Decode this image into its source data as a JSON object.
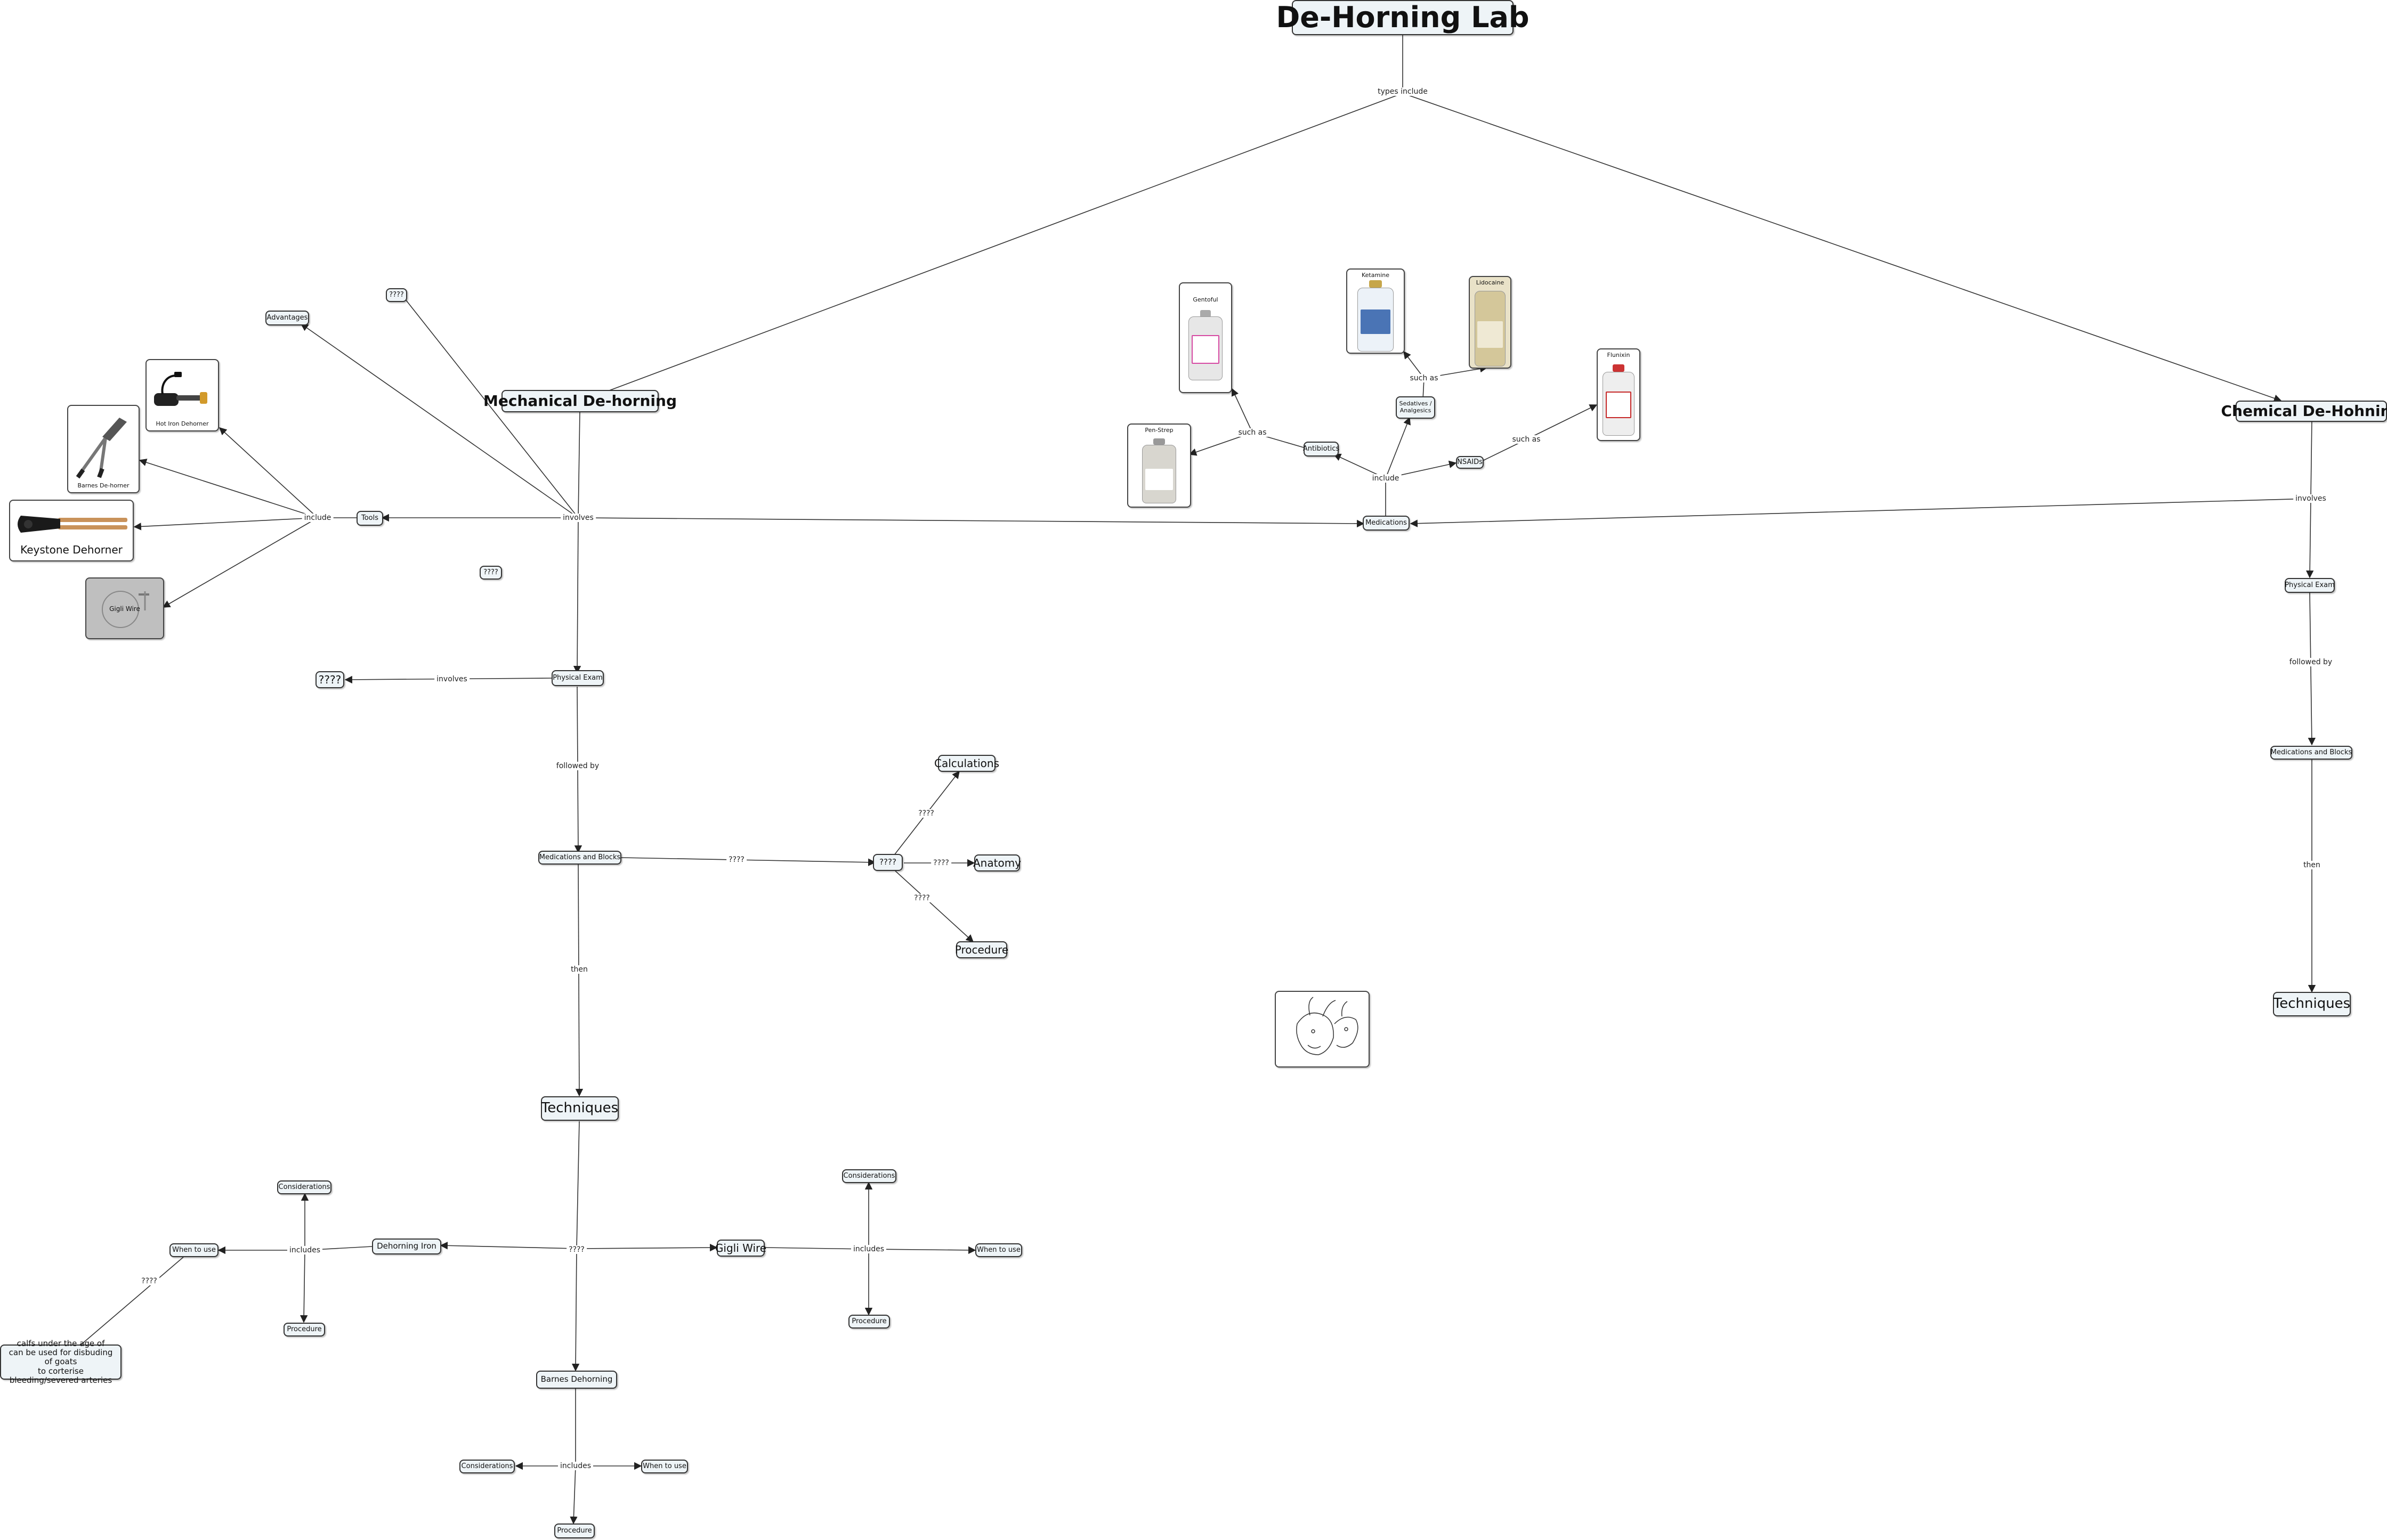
{
  "nodes": {
    "title": "De-Horning Lab",
    "mechanical": "Mechanical De-horning",
    "chemical": "Chemical De-Hohning",
    "advantages": "Advantages",
    "unknown_top": "????",
    "tools": "Tools",
    "unknown_mid": "????",
    "unknown_exam": "????",
    "physical_exam_left": "Physical Exam",
    "meds_blocks_left": "Medications and Blocks",
    "unknown_calc": "????",
    "calculations": "Calculations",
    "anatomy": "Anatomy",
    "procedure_calc": "Procedure",
    "techniques_left": "Techniques",
    "dehorning_iron": "Dehorning Iron",
    "considerations_iron": "Considerations",
    "when_iron": "When to use",
    "procedure_iron": "Procedure",
    "calves_note": "calfs under the age of\ncan be used for disbuding of goats\nto corterise bleeding/severed arteries",
    "gigli_wire": "Gigli Wire",
    "considerations_gigli": "Considerations",
    "when_gigli": "When to use",
    "procedure_gigli": "Procedure",
    "barnes_dehorning": "Barnes Dehorning",
    "considerations_barnes": "Considerations",
    "when_barnes": "When to use",
    "procedure_barnes": "Procedure",
    "medications": "Medications",
    "antibiotics": "Antibiotics",
    "sedatives": "Sedatives /\nAnalgesics",
    "nsaids": "NSAIDs",
    "physical_exam_right": "Physical Exam",
    "meds_blocks_right": "Medications and Blocks",
    "techniques_right": "Techniques"
  },
  "images": {
    "hot_iron": "Hot Iron Dehorner",
    "barnes": "Barnes De-horner",
    "keystone": "Keystone Dehorner",
    "gigli": "Gigli Wire",
    "pen_strep": "Pen-Strep",
    "gentamicin": "Gentoful",
    "ketamine": "Ketamine",
    "lidocaine": "Lidocaine",
    "flunixin": "Flunixin"
  },
  "links": {
    "types_include": "types include",
    "involves_mech": "involves",
    "include_tools": "include",
    "involves_exam": "involves",
    "followed_by_left": "followed by",
    "q_calc": "????",
    "q_calc_top": "????",
    "q_calc_mid": "????",
    "q_calc_bot": "????",
    "then_left": "then",
    "q_tech": "????",
    "includes_iron": "includes",
    "q_iron_note": "????",
    "includes_gigli": "includes",
    "includes_barnes": "includes",
    "include_meds": "include",
    "such_as_antibiotics": "such as",
    "such_as_sedatives": "such as",
    "such_as_nsaids": "such as",
    "involves_chem": "involves",
    "followed_by_right": "followed by",
    "then_right": "then"
  },
  "colors": {
    "node_fill": "#eef4f7",
    "node_border": "#333333",
    "edge": "#333333"
  }
}
